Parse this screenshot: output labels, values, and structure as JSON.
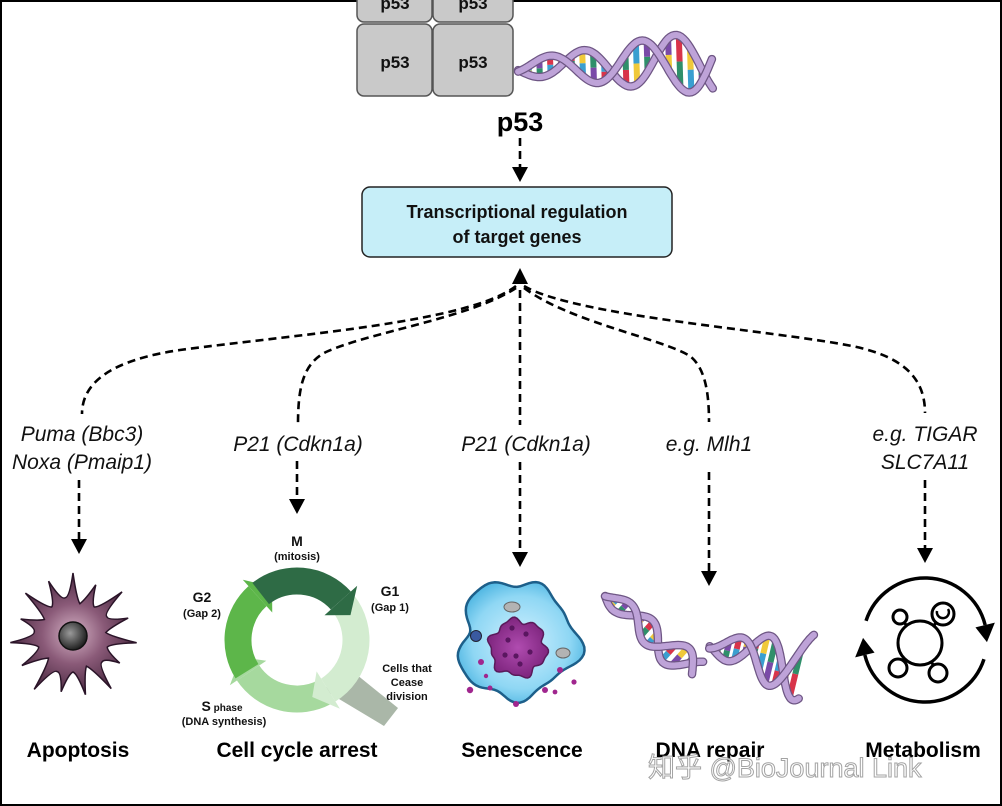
{
  "colors": {
    "regulation_box_fill": "#c6eef8",
    "p53_box_fill": "#c9c9c9",
    "dna_strand": "#bea3d8",
    "dna_bases": [
      "#d8344a",
      "#f0c93a",
      "#2f8f6a",
      "#3a9fd0",
      "#7a4aa8"
    ],
    "phase_m": "#2e6b45",
    "phase_g1": "#d3ecd0",
    "phase_s": "#a6d99e",
    "phase_g2": "#5db64a",
    "cease_arrow": "#aab7a8",
    "apoptotic_cell": "#4e2b45",
    "senescent_cell": "#7fd0f0",
    "senescent_nucleus": "#8e2f8e"
  },
  "p53_complex": {
    "units": [
      "p53",
      "p53",
      "p53",
      "p53"
    ],
    "label": "p53",
    "icon": "dna-double-helix"
  },
  "regulation_box": {
    "lines": [
      "Transcriptional regulation",
      "of target genes"
    ]
  },
  "branches": [
    {
      "genes": [
        "Puma (Bbc3)",
        "Noxa (Pmaip1)"
      ],
      "outcome": "Apoptosis",
      "icon": "apoptotic-cell"
    },
    {
      "genes": [
        "P21 (Cdkn1a)"
      ],
      "outcome": "Cell cycle arrest",
      "icon": "cell-cycle"
    },
    {
      "genes": [
        "P21 (Cdkn1a)"
      ],
      "outcome": "Senescence",
      "icon": "senescent-cell"
    },
    {
      "genes": [
        "e.g. Mlh1"
      ],
      "outcome": "DNA repair",
      "icon": "broken-dna"
    },
    {
      "genes": [
        "e.g. TIGAR",
        "SLC7A11"
      ],
      "outcome": "Metabolism",
      "icon": "metabolic-cycle"
    }
  ],
  "cell_cycle": {
    "m": "M",
    "m_sub": "(mitosis)",
    "g1": "G1",
    "g1_sub": "(Gap 1)",
    "g2": "G2",
    "g2_sub": "(Gap 2)",
    "s": "S",
    "s_phase": " phase",
    "s_sub": "(DNA synthesis)",
    "exit_lines": [
      "Cells that",
      "Cease",
      "division"
    ]
  },
  "watermark": "知乎 @BioJournal Link"
}
